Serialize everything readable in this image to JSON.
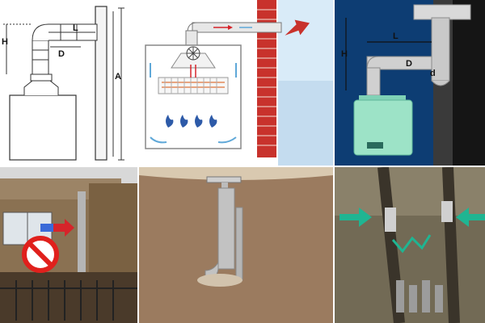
{
  "panels": [
    {
      "id": "sketch-diagram",
      "labels": {
        "H": "H",
        "L": "L",
        "D": "D",
        "A": "A"
      }
    },
    {
      "id": "heater-flow-diagram"
    },
    {
      "id": "blue-install-diagram",
      "labels": {
        "H": "H",
        "L": "L",
        "D": "D",
        "d": "d"
      }
    },
    {
      "id": "photo-prohibited-flue"
    },
    {
      "id": "photo-flue-on-wall"
    },
    {
      "id": "photo-pipes-in-wall"
    }
  ],
  "colors": {
    "brick": "#c8322c",
    "flow_arrow": "#d6242a",
    "cold_arrow": "#5fa8d8",
    "blue_bg": "#0d3d73",
    "green_arrow": "#1fb592",
    "no_sign": "#e0201c"
  },
  "icons": [
    "fan-icon",
    "flame-icon",
    "no-entry-icon",
    "arrow-icon"
  ]
}
